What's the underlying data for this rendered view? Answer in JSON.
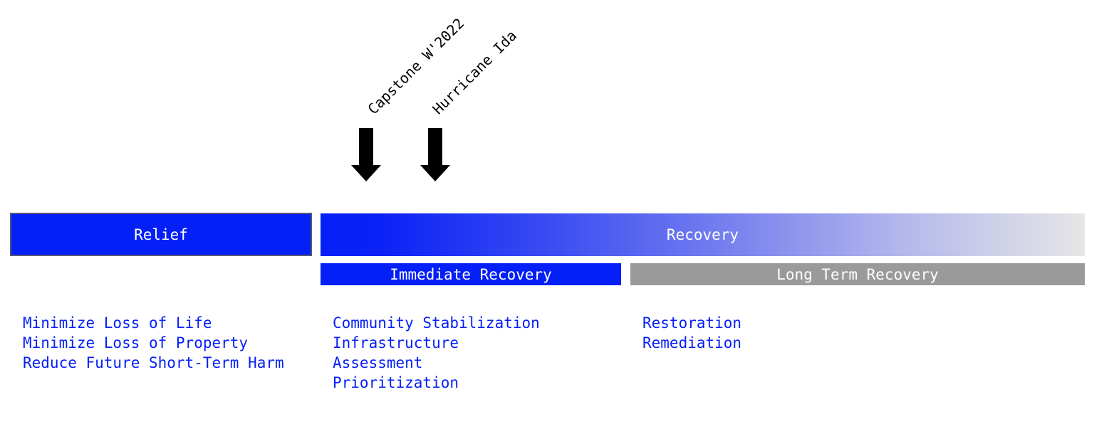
{
  "colors": {
    "accent_blue": "#051ff7",
    "long_term_gray": "#9a9a9a",
    "gradient_end": "#e6e6e6",
    "arrow": "#000000",
    "bar_text": "#ffffff"
  },
  "events": [
    {
      "label": "Capstone W'2022",
      "icon": "down-arrow-icon"
    },
    {
      "label": "Hurricane Ida",
      "icon": "down-arrow-icon"
    }
  ],
  "phases": {
    "relief": {
      "label": "Relief"
    },
    "recovery": {
      "label": "Recovery"
    },
    "immediate_recovery": {
      "label": "Immediate Recovery"
    },
    "long_term_recovery": {
      "label": "Long Term Recovery"
    }
  },
  "goals": {
    "relief": [
      "Minimize Loss of Life",
      "Minimize Loss of Property",
      "Reduce Future Short-Term Harm"
    ],
    "immediate_recovery": [
      "Community Stabilization",
      "Infrastructure",
      "Assessment",
      "Prioritization"
    ],
    "long_term_recovery": [
      "Restoration",
      "Remediation"
    ]
  }
}
